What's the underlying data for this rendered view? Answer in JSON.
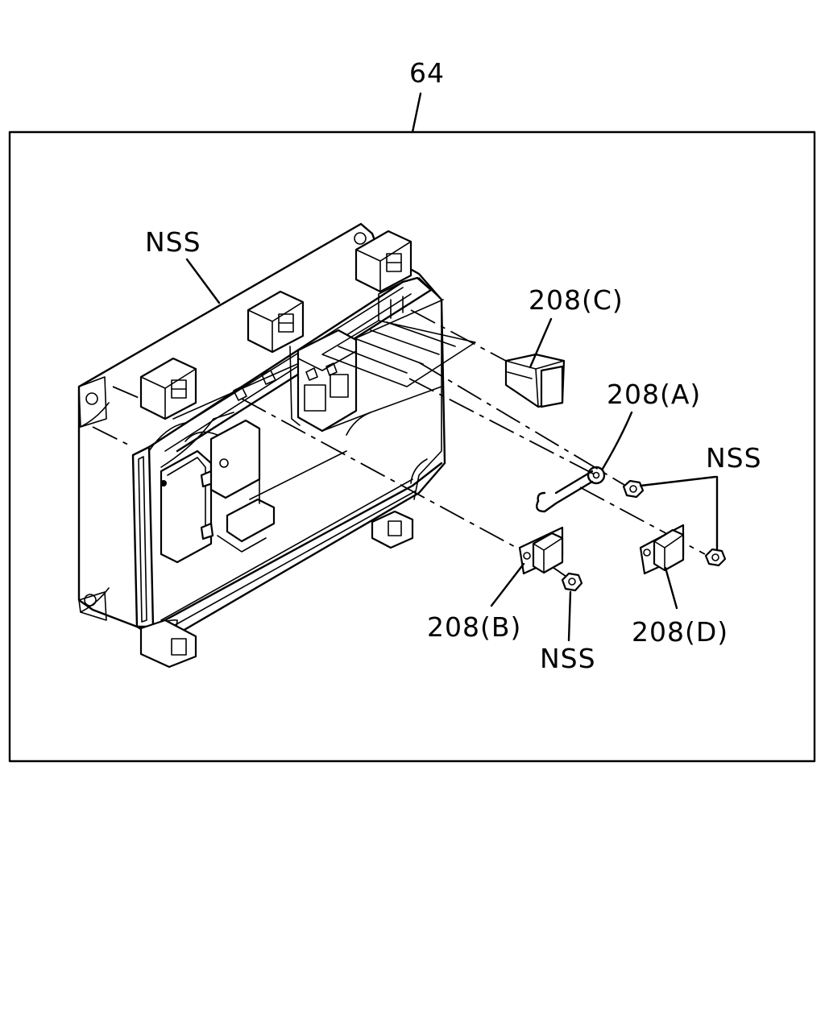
{
  "labels": {
    "assembly": "64",
    "nss_housing": "NSS",
    "part_c": "208(C)",
    "part_a": "208(A)",
    "nss_nuts_right": "NSS",
    "part_b": "208(B)",
    "nss_nut_bottom": "NSS",
    "part_d": "208(D)"
  },
  "colors": {
    "line": "#000000",
    "background": "#ffffff"
  }
}
